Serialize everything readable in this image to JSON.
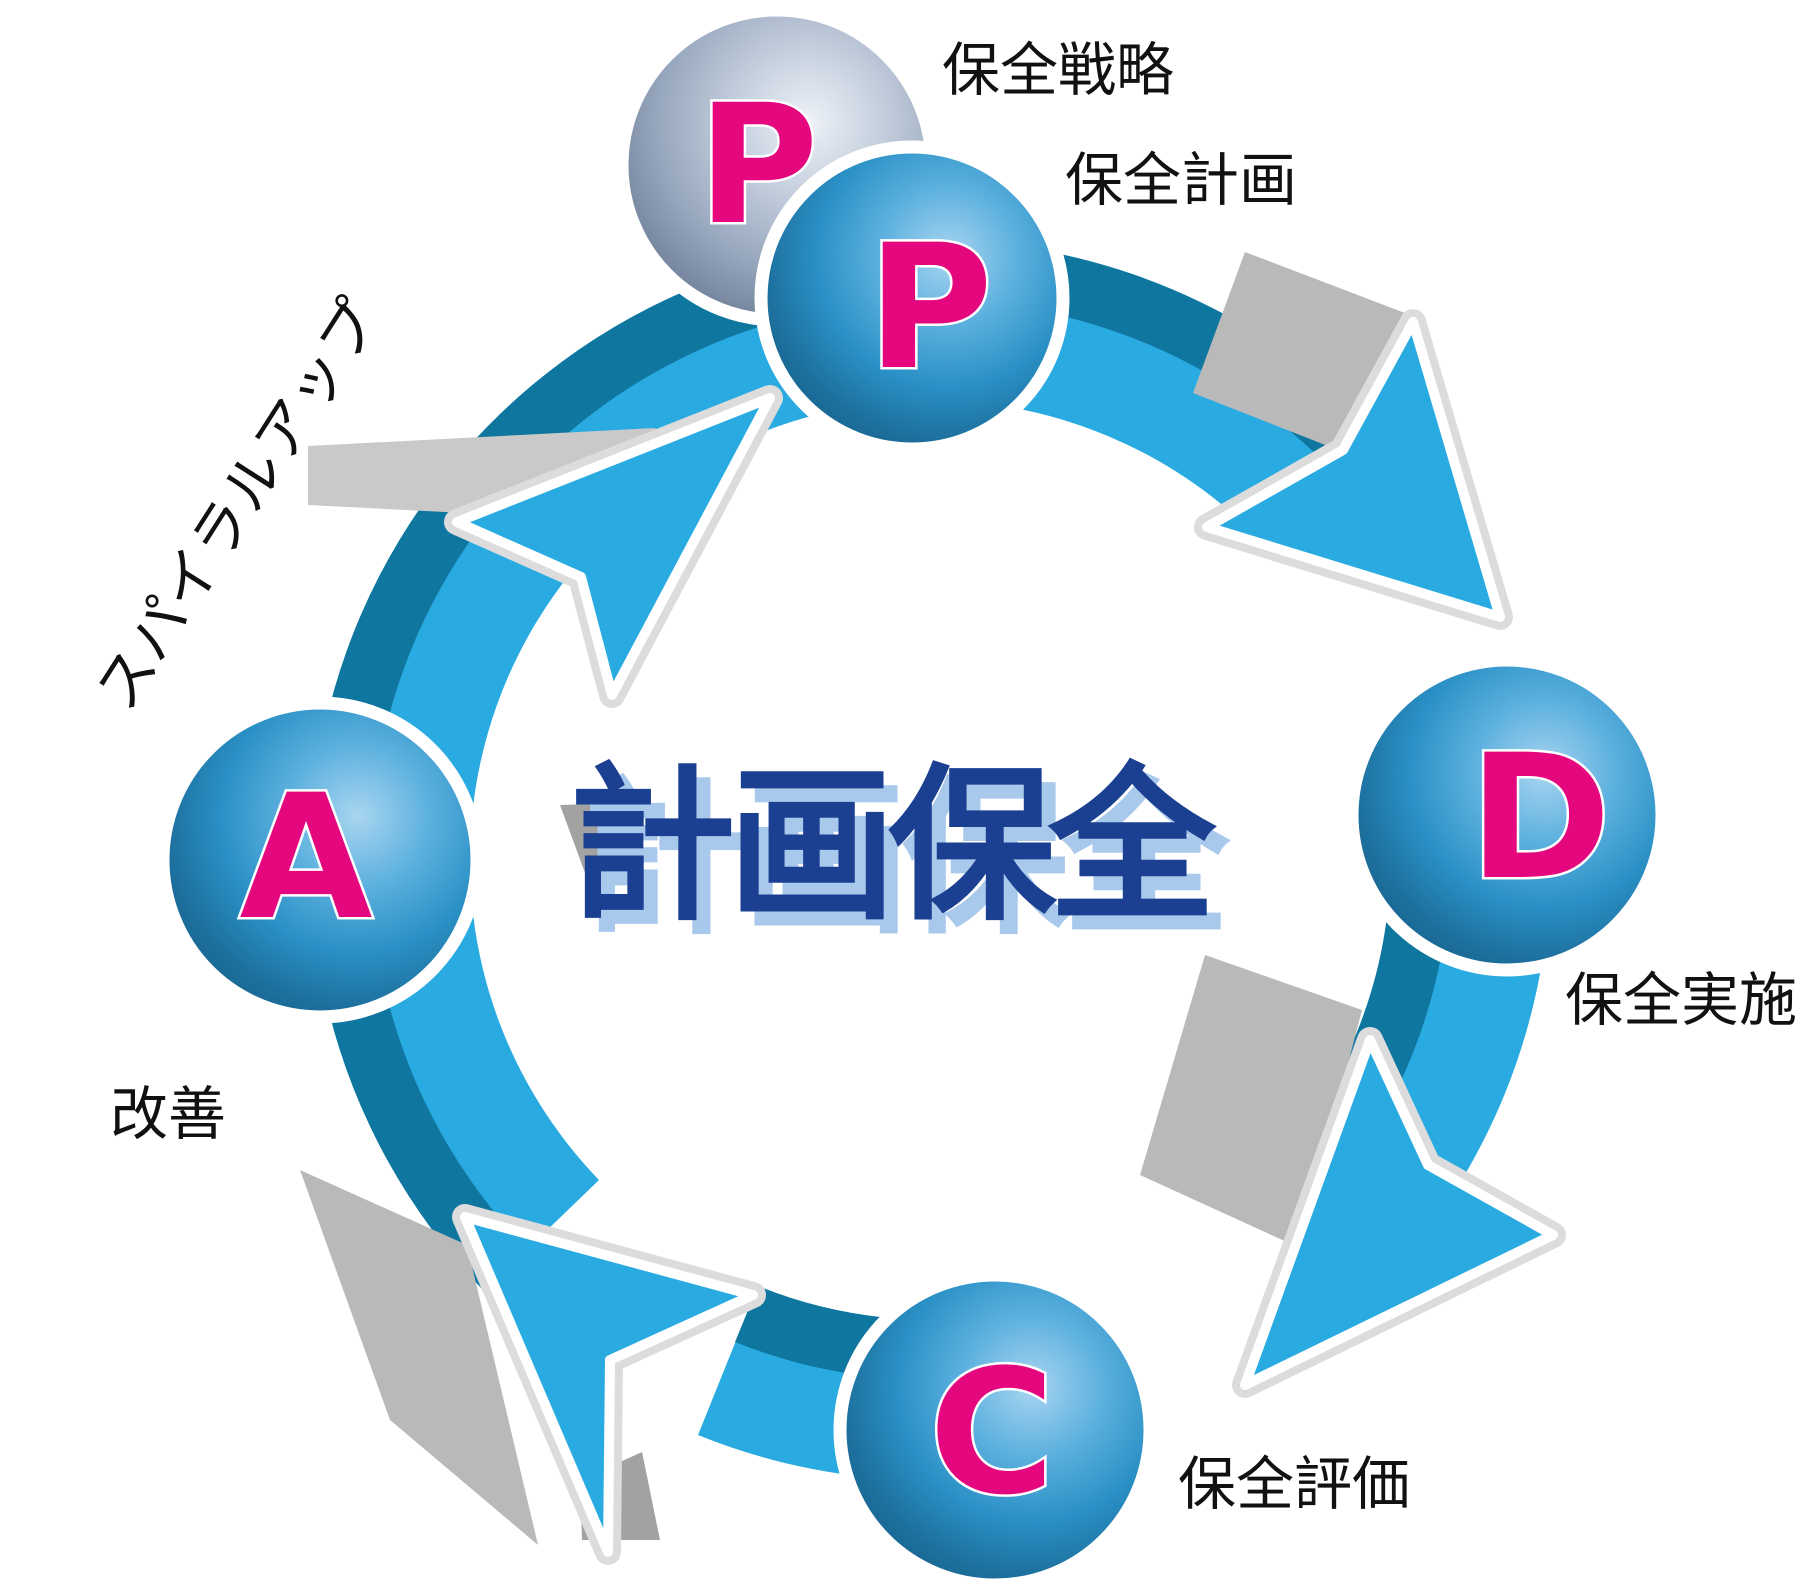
{
  "diagram": {
    "type": "cycle-diagram",
    "title": "計画保全",
    "spiral_label": "スパイラルアップ",
    "cycle": [
      {
        "id": "plan-strategy",
        "letter": "P",
        "label": "保全戦略"
      },
      {
        "id": "plan-schedule",
        "letter": "P",
        "label": "保全計画"
      },
      {
        "id": "do",
        "letter": "D",
        "label": "保全実施"
      },
      {
        "id": "check",
        "letter": "C",
        "label": "保全評価"
      },
      {
        "id": "act",
        "letter": "A",
        "label": "改善"
      }
    ],
    "flow": "P → D → C → A (clockwise, spiral up)",
    "colors": {
      "arrow_cyan": "#29abe2",
      "arrow_dark": "#0f769f",
      "ribbon_gray": "#b9b9b9",
      "ribbon_gray_light": "#c9c9c9",
      "ribbon_gray_dark": "#a2a2a2",
      "arrow_edge": "#dcdcdc",
      "letter_magenta": "#e4077e",
      "sphere_blue": "#1e87bd",
      "sphere_slate": "#8496ae",
      "title_blue": "#1b4092",
      "title_shadow": "#a9c9ec",
      "label_black": "#111111"
    }
  }
}
